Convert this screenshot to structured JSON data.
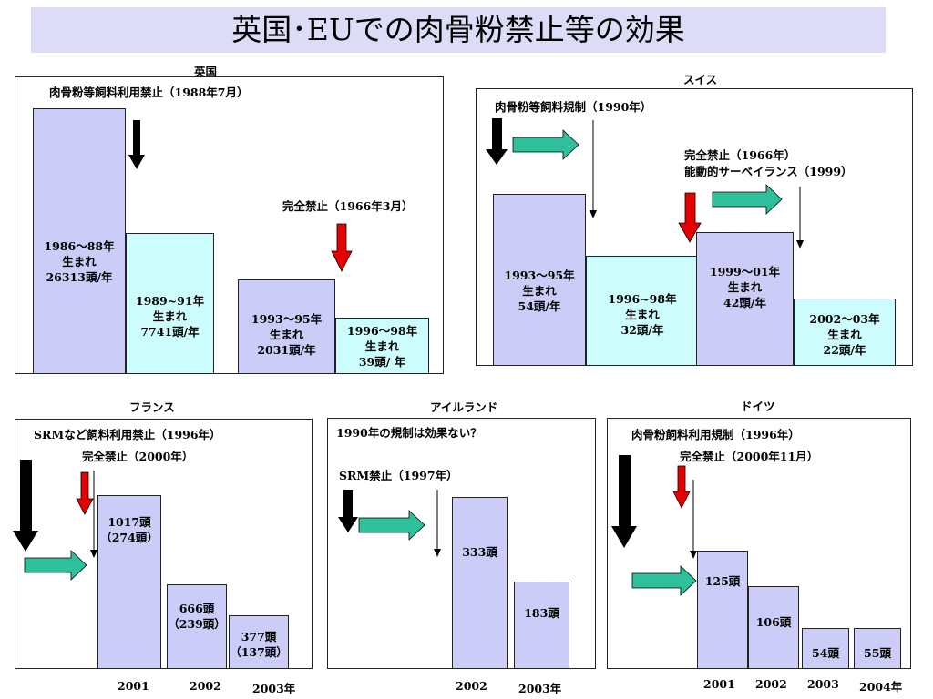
{
  "title": "英国･EUでの肉骨粉禁止等の効果",
  "colors": {
    "title_background": "#dcdcf6",
    "bar_purple": "#ccccf8",
    "bar_cyan": "#ccfcfc",
    "arrow_black": "#000000",
    "arrow_red": "#e60000",
    "arrow_green": "#2ec09a"
  },
  "panels": {
    "uk": {
      "name": "英国",
      "notes": [
        "肉骨粉等飼料利用禁止（1988年7月）",
        "完全禁止（1966年3月）"
      ],
      "bars": [
        {
          "lines": [
            "1986～88年",
            "生まれ",
            "26313頭/年"
          ]
        },
        {
          "lines": [
            "1989~91年",
            "生まれ",
            "7741頭/年"
          ]
        },
        {
          "lines": [
            "1993～95年",
            "生まれ",
            "2031頭/年"
          ]
        },
        {
          "lines": [
            "1996～98年",
            "生まれ",
            "39頭/ 年"
          ]
        }
      ]
    },
    "switzerland": {
      "name": "スイス",
      "notes": [
        "肉骨粉等飼料規制（1990年）",
        "完全禁止（1966年）",
        "能動的サーベイランス（1999）"
      ],
      "bars": [
        {
          "lines": [
            "1993～95年",
            "生まれ",
            "54頭/年"
          ]
        },
        {
          "lines": [
            "1996~98年",
            "生まれ",
            "32頭/年"
          ]
        },
        {
          "lines": [
            "1999～01年",
            "生まれ",
            "42頭/年"
          ]
        },
        {
          "lines": [
            "2002～03年",
            "生まれ",
            "22頭/年"
          ]
        }
      ]
    },
    "france": {
      "name": "フランス",
      "notes": [
        "SRMなど飼料利用禁止（1996年）",
        "完全禁止（2000年）"
      ],
      "bars": [
        {
          "lines": [
            "1017頭",
            "（274頭）"
          ]
        },
        {
          "lines": [
            "666頭",
            "（239頭）"
          ]
        },
        {
          "lines": [
            "377頭",
            "（137頭）"
          ]
        }
      ],
      "years": [
        "2001",
        "2002",
        "2003年"
      ]
    },
    "ireland": {
      "name": "アイルランド",
      "notes": [
        "1990年の規制は効果ない？",
        "SRM禁止（1997年）"
      ],
      "bars": [
        {
          "lines": [
            "333頭"
          ]
        },
        {
          "lines": [
            "183頭"
          ]
        }
      ],
      "years": [
        "2002",
        "2003年"
      ]
    },
    "germany": {
      "name": "ドイツ",
      "notes": [
        "肉骨粉飼料利用規制（1996年）",
        "完全禁止（2000年11月）"
      ],
      "bars": [
        {
          "lines": [
            "125頭"
          ]
        },
        {
          "lines": [
            "106頭"
          ]
        },
        {
          "lines": [
            "54頭"
          ]
        },
        {
          "lines": [
            "55頭"
          ]
        }
      ],
      "years": [
        "2001",
        "2002",
        "2003",
        "2004年"
      ]
    }
  },
  "chart_data": [
    {
      "type": "bar",
      "title": "英国",
      "categories": [
        "1986～88年 生まれ",
        "1989~91年 生まれ",
        "1993～95年 生まれ",
        "1996～98年 生まれ"
      ],
      "values": [
        26313,
        7741,
        2031,
        39
      ],
      "annotations": [
        "肉骨粉等飼料利用禁止（1988年7月）",
        "完全禁止（1966年3月）"
      ]
    },
    {
      "type": "bar",
      "title": "スイス",
      "categories": [
        "1993～95年 生まれ",
        "1996~98年 生まれ",
        "1999～01年 生まれ",
        "2002～03年 生まれ"
      ],
      "values": [
        54,
        32,
        42,
        22
      ],
      "annotations": [
        "肉骨粉等飼料規制（1990年）",
        "完全禁止（1966年）",
        "能動的サーベイランス（1999）"
      ]
    },
    {
      "type": "bar",
      "title": "フランス",
      "categories": [
        "2001",
        "2002",
        "2003年"
      ],
      "values": [
        1017,
        666,
        377
      ],
      "secondary_values": [
        274,
        239,
        137
      ],
      "annotations": [
        "SRMなど飼料利用禁止（1996年）",
        "完全禁止（2000年）"
      ]
    },
    {
      "type": "bar",
      "title": "アイルランド",
      "categories": [
        "2002",
        "2003年"
      ],
      "values": [
        333,
        183
      ],
      "annotations": [
        "1990年の規制は効果ない？",
        "SRM禁止（1997年）"
      ]
    },
    {
      "type": "bar",
      "title": "ドイツ",
      "categories": [
        "2001",
        "2002",
        "2003",
        "2004年"
      ],
      "values": [
        125,
        106,
        54,
        55
      ],
      "annotations": [
        "肉骨粉飼料利用規制（1996年）",
        "完全禁止（2000年11月）"
      ]
    }
  ]
}
